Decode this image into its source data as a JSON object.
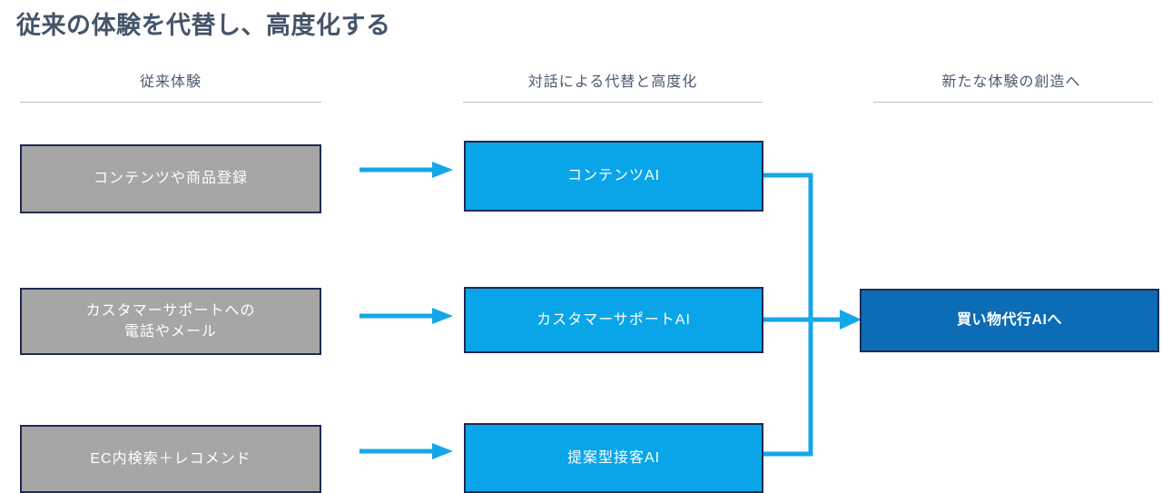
{
  "slide": {
    "title": "従来の体験を代替し、高度化する",
    "title_color": "#44546a",
    "background": "#ffffff"
  },
  "columns": [
    {
      "id": "legacy",
      "header": "従来体験"
    },
    {
      "id": "ai",
      "header": "対話による代替と高度化"
    },
    {
      "id": "outcome",
      "header": "新たな体験の創造へ"
    }
  ],
  "legacy_nodes": [
    {
      "label": "コンテンツや商品登録",
      "line2": ""
    },
    {
      "label": "カスタマーサポートへの",
      "line2": "電話やメール"
    },
    {
      "label": "EC内検索＋レコメンド",
      "line2": ""
    }
  ],
  "ai_nodes": [
    {
      "label": "コンテンツAI"
    },
    {
      "label": "カスタマーサポートAI"
    },
    {
      "label": "提案型接客AI"
    }
  ],
  "target_node": {
    "label": "買い物代行AIへ"
  },
  "colors": {
    "legacy_fill": "#a6a6a6",
    "ai_fill": "#0aa5e8",
    "target_fill": "#0c6cb5",
    "box_border": "#1f2a52",
    "arrow": "#14a7e8",
    "rule": "#b9c0cc",
    "text_on_box": "#ffffff"
  },
  "connectors": {
    "row_arrows": [
      {
        "from": "legacy-0",
        "to": "ai-0"
      },
      {
        "from": "legacy-1",
        "to": "ai-1"
      },
      {
        "from": "legacy-2",
        "to": "ai-2"
      }
    ],
    "merge_bracket": {
      "from": [
        "ai-0",
        "ai-1",
        "ai-2"
      ],
      "to": "target-0"
    }
  }
}
